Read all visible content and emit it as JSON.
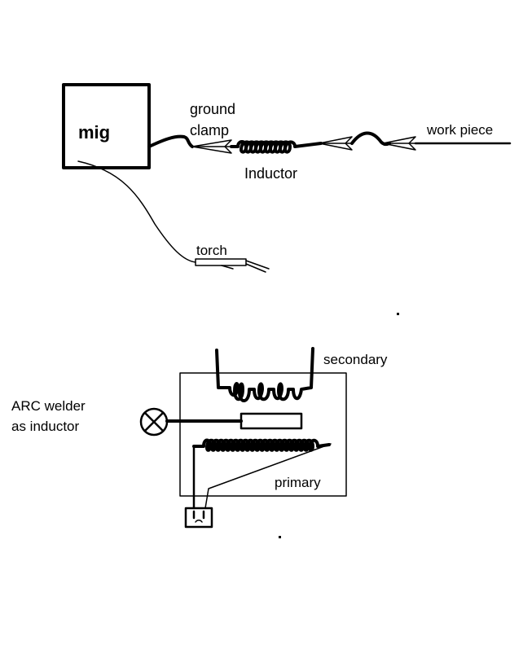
{
  "top_diagram": {
    "box_label": "mig",
    "ground_clamp_label_line1": "ground",
    "ground_clamp_label_line2": "clamp",
    "inductor_label": "Inductor",
    "work_piece_label": "work piece",
    "torch_label": "torch"
  },
  "bottom_diagram": {
    "secondary_label": "secondary",
    "primary_label": "primary",
    "title_line1": "ARC welder",
    "title_line2": "as inductor"
  },
  "colors": {
    "ink": "#000000",
    "background": "#ffffff"
  }
}
